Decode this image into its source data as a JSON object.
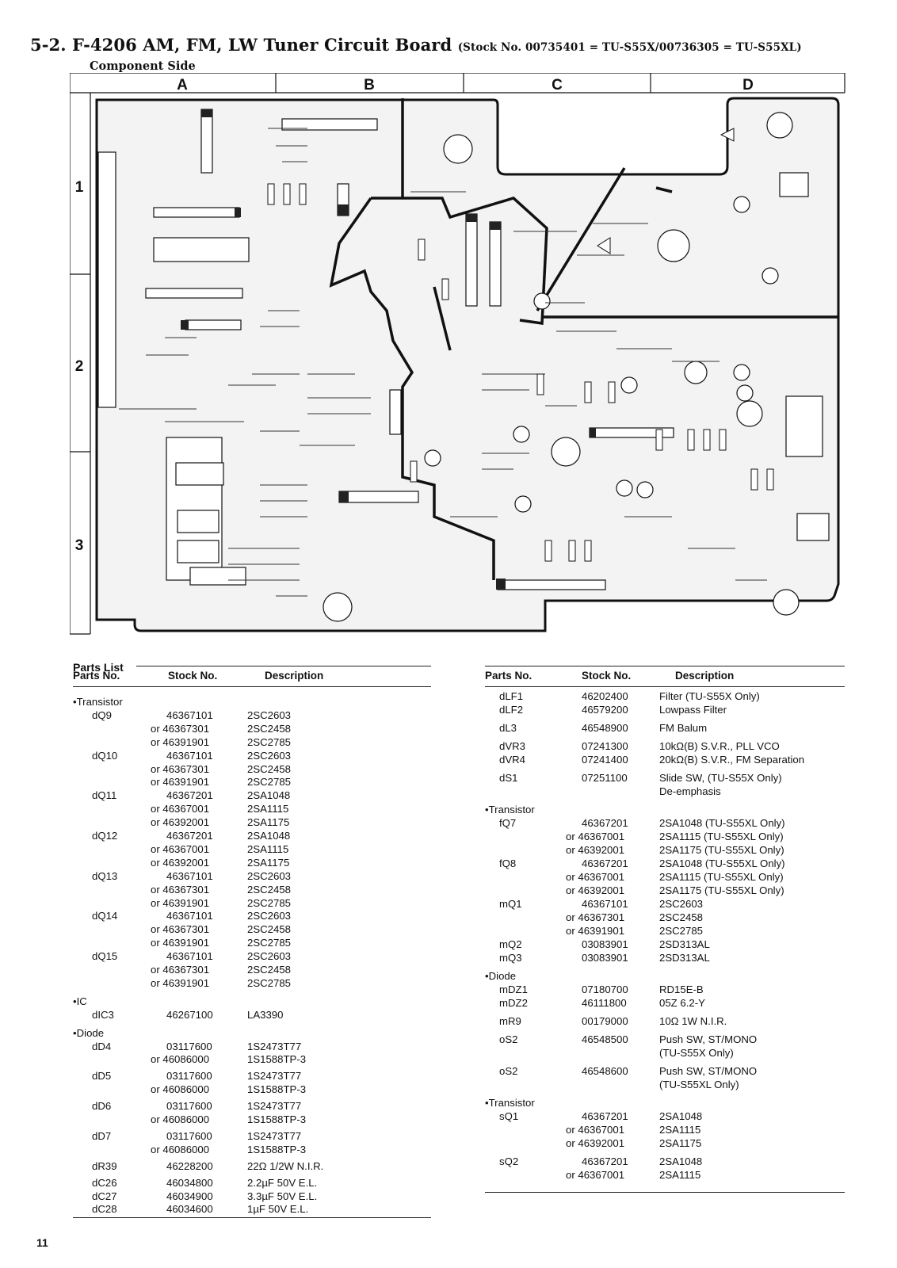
{
  "header": {
    "title": "5-2. F-4206 AM, FM, LW Tuner Circuit Board",
    "stock_note": "(Stock No. 00735401 = TU-S55X/00736305 = TU-S55XL)",
    "subtitle": "Component Side"
  },
  "board": {
    "columns": [
      "A",
      "B",
      "C",
      "D"
    ],
    "rows": [
      "1",
      "2",
      "3"
    ]
  },
  "parts_list": {
    "title": "Parts List",
    "headers": {
      "parts_no": "Parts No.",
      "stock_no": "Stock No.",
      "description": "Description"
    },
    "left": [
      {
        "g": "•Transistor"
      },
      {
        "p": "dQ9",
        "s": "46367101",
        "d": "2SC2603"
      },
      {
        "s": "or 46367301",
        "d": "2SC2458"
      },
      {
        "s": "or 46391901",
        "d": "2SC2785"
      },
      {
        "p": "dQ10",
        "s": "46367101",
        "d": "2SC2603"
      },
      {
        "s": "or 46367301",
        "d": "2SC2458"
      },
      {
        "s": "or 46391901",
        "d": "2SC2785"
      },
      {
        "p": "dQ11",
        "s": "46367201",
        "d": "2SA1048"
      },
      {
        "s": "or 46367001",
        "d": "2SA1115"
      },
      {
        "s": "or 46392001",
        "d": "2SA1175"
      },
      {
        "p": "dQ12",
        "s": "46367201",
        "d": "2SA1048"
      },
      {
        "s": "or 46367001",
        "d": "2SA1115"
      },
      {
        "s": "or 46392001",
        "d": "2SA1175"
      },
      {
        "p": "dQ13",
        "s": "46367101",
        "d": "2SC2603"
      },
      {
        "s": "or 46367301",
        "d": "2SC2458"
      },
      {
        "s": "or 46391901",
        "d": "2SC2785"
      },
      {
        "p": "dQ14",
        "s": "46367101",
        "d": "2SC2603"
      },
      {
        "s": "or 46367301",
        "d": "2SC2458"
      },
      {
        "s": "or 46391901",
        "d": "2SC2785"
      },
      {
        "p": "dQ15",
        "s": "46367101",
        "d": "2SC2603"
      },
      {
        "s": "or 46367301",
        "d": "2SC2458"
      },
      {
        "s": "or 46391901",
        "d": "2SC2785"
      },
      {
        "g": "•IC"
      },
      {
        "p": "dIC3",
        "s": "46267100",
        "d": "LA3390"
      },
      {
        "g": "•Diode"
      },
      {
        "p": "dD4",
        "s": "03117600",
        "d": "1S2473T77"
      },
      {
        "s": "or 46086000",
        "d": "1S1588TP-3"
      },
      {
        "p": "dD5",
        "s": "03117600",
        "d": "1S2473T77"
      },
      {
        "s": "or 46086000",
        "d": "1S1588TP-3"
      },
      {
        "p": "dD6",
        "s": "03117600",
        "d": "1S2473T77"
      },
      {
        "s": "or 46086000",
        "d": "1S1588TP-3"
      },
      {
        "p": "dD7",
        "s": "03117600",
        "d": "1S2473T77"
      },
      {
        "s": "or 46086000",
        "d": "1S1588TP-3"
      },
      {
        "p": "dR39",
        "s": "46228200",
        "d": "22Ω 1/2W N.I.R."
      },
      {
        "p": "dC26",
        "s": "46034800",
        "d": "2.2µF 50V E.L."
      },
      {
        "p": "dC27",
        "s": "46034900",
        "d": "3.3µF 50V E.L."
      },
      {
        "p": "dC28",
        "s": "46034600",
        "d": "1µF 50V E.L."
      }
    ],
    "right": [
      {
        "p": "dLF1",
        "s": "46202400",
        "d": "Filter (TU-S55X Only)"
      },
      {
        "p": "dLF2",
        "s": "46579200",
        "d": "Lowpass Filter"
      },
      {
        "p": "dL3",
        "s": "46548900",
        "d": "FM Balum"
      },
      {
        "p": "dVR3",
        "s": "07241300",
        "d": "10kΩ(B) S.V.R., PLL VCO"
      },
      {
        "p": "dVR4",
        "s": "07241400",
        "d": "20kΩ(B) S.V.R., FM Separation"
      },
      {
        "p": "dS1",
        "s": "07251100",
        "d": "Slide SW, (TU-S55X Only)"
      },
      {
        "d": "De-emphasis"
      },
      {
        "g": "•Transistor"
      },
      {
        "p": "fQ7",
        "s": "46367201",
        "d": "2SA1048 (TU-S55XL Only)"
      },
      {
        "s": "or 46367001",
        "d": "2SA1115 (TU-S55XL Only)"
      },
      {
        "s": "or 46392001",
        "d": "2SA1175 (TU-S55XL Only)"
      },
      {
        "p": "fQ8",
        "s": "46367201",
        "d": "2SA1048 (TU-S55XL Only)"
      },
      {
        "s": "or 46367001",
        "d": "2SA1115 (TU-S55XL Only)"
      },
      {
        "s": "or 46392001",
        "d": "2SA1175 (TU-S55XL Only)"
      },
      {
        "p": "mQ1",
        "s": "46367101",
        "d": "2SC2603"
      },
      {
        "s": "or 46367301",
        "d": "2SC2458"
      },
      {
        "s": "or 46391901",
        "d": "2SC2785"
      },
      {
        "p": "mQ2",
        "s": "03083901",
        "d": "2SD313AL"
      },
      {
        "p": "mQ3",
        "s": "03083901",
        "d": "2SD313AL"
      },
      {
        "g": "•Diode"
      },
      {
        "p": "mDZ1",
        "s": "07180700",
        "d": "RD15E-B"
      },
      {
        "p": "mDZ2",
        "s": "46111800",
        "d": "05Z 6.2-Y"
      },
      {
        "p": "mR9",
        "s": "00179000",
        "d": "10Ω 1W N.I.R."
      },
      {
        "p": "oS2",
        "s": "46548500",
        "d": "Push SW, ST/MONO"
      },
      {
        "d": "(TU-S55X Only)"
      },
      {
        "p": "oS2",
        "s": "46548600",
        "d": "Push SW, ST/MONO"
      },
      {
        "d": "(TU-S55XL Only)"
      },
      {
        "g": "•Transistor"
      },
      {
        "p": "sQ1",
        "s": "46367201",
        "d": "2SA1048"
      },
      {
        "s": "or 46367001",
        "d": "2SA1115"
      },
      {
        "s": "or 46392001",
        "d": "2SA1175"
      },
      {
        "p": "sQ2",
        "s": "46367201",
        "d": "2SA1048"
      },
      {
        "s": "or 46367001",
        "d": "2SA1115"
      }
    ]
  },
  "page_number": "11"
}
